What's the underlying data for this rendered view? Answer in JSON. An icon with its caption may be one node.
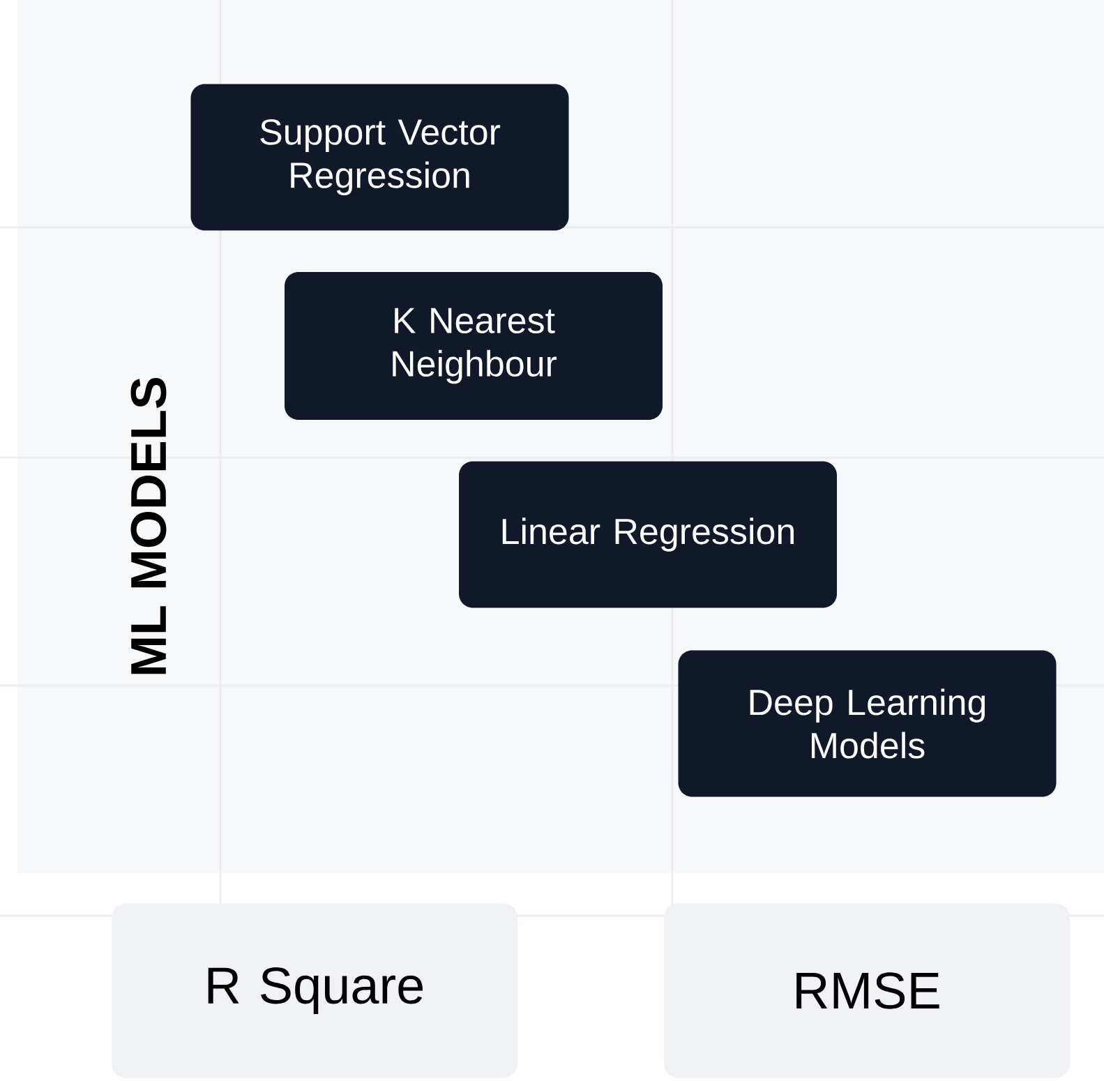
{
  "diagram": {
    "nodes": [
      {
        "text": [
          "Support Vector Regression"
        ]
      },
      {
        "text": [
          "K Nearest Neighbour"
        ]
      },
      {
        "text": [
          "Linear Regression"
        ]
      },
      {
        "text": [
          "Deep Learning Models"
        ]
      },
      {
        "text": [
          "R Square"
        ]
      },
      {
        "text": [
          "RMSE"
        ]
      }
    ],
    "labels": [
      "ML MODELS"
    ]
  }
}
